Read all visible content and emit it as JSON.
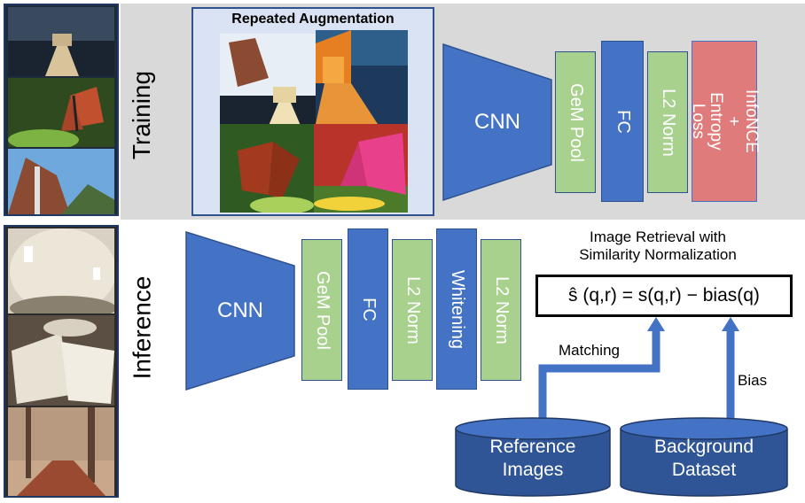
{
  "training": {
    "label": "Training",
    "augmentation_title": "Repeated Augmentation",
    "cnn": "CNN",
    "layers": [
      "GeM Pool",
      "FC",
      "L2 Norm"
    ],
    "loss": "InfoNCE + Entropy Loss"
  },
  "inference": {
    "label": "Inference",
    "cnn": "CNN",
    "layers": [
      "GeM Pool",
      "FC",
      "L2 Norm",
      "Whitening",
      "L2 Norm"
    ]
  },
  "retrieval": {
    "title_line1": "Image Retrieval with",
    "title_line2": "Similarity Normalization",
    "formula": "ŝ (q,r) = s(q,r) − bias(q)",
    "matching_label": "Matching",
    "bias_label": "Bias"
  },
  "databases": {
    "reference_line1": "Reference",
    "reference_line2": "Images",
    "background_line1": "Background",
    "background_line2": "Dataset"
  },
  "colors": {
    "blue": "#4472c4",
    "green": "#a9d18e",
    "red": "#e07b7b",
    "band": "#d9d9d9",
    "aug_bg": "#dae3f3",
    "db": "#2f5597"
  }
}
